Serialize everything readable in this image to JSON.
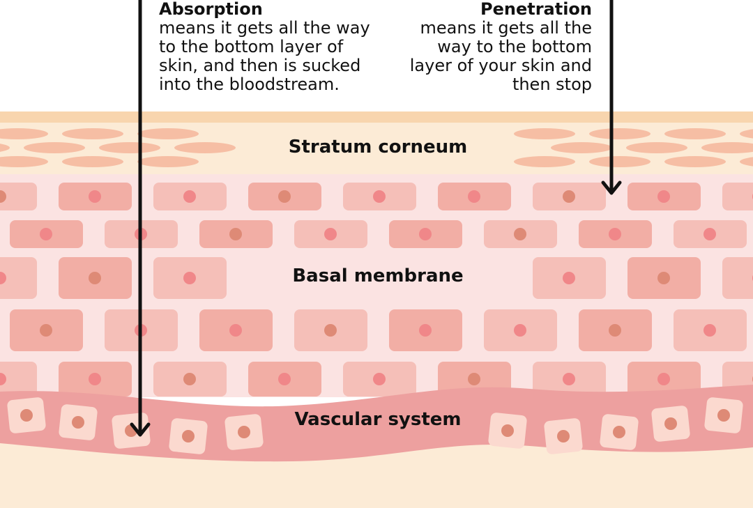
{
  "annotations": {
    "absorption": {
      "title": "Absorption",
      "description": "means it gets all the way\nto the bottom layer of\nskin, and then is sucked\ninto the bloodstream."
    },
    "penetration": {
      "title": "Penetration",
      "description": "means it gets all the\nway to the bottom\nlayer of your skin and\nthen stop"
    }
  },
  "layers": {
    "stratum_corneum": "Stratum corneum",
    "basal_membrane": "Basal membrane",
    "vascular_system": "Vascular system"
  },
  "colors": {
    "top_band": "#f8d5ae",
    "stratum_bg": "#fcebd6",
    "stratum_cell": "#f6bea4",
    "basal_bg": "#fbe3e2",
    "cell_light": "#f5bfb8",
    "cell_mid": "#f2aea5",
    "nucleus_pink": "#f08789",
    "nucleus_brown": "#de8a76",
    "vessel": "#eda09f",
    "vessel_cell": "#fbd9cf",
    "bottom_bg": "#fcebd6",
    "arrow": "#111111"
  }
}
